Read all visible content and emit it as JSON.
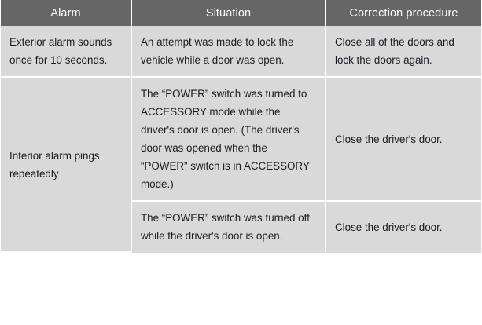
{
  "table": {
    "name": "alarm-situation-correction-table",
    "colors": {
      "header_bg": "#666666",
      "header_text": "#ffffff",
      "cell_bg": "#d9d9d9",
      "cell_text": "#1a1a22",
      "grid_line": "#ffffff",
      "page_bg": "#ffffff"
    },
    "columns": [
      {
        "key": "alarm",
        "label": "Alarm"
      },
      {
        "key": "situation",
        "label": "Situation"
      },
      {
        "key": "correction",
        "label": "Correction procedure"
      }
    ],
    "rows": [
      {
        "alarm": "Exterior alarm sounds once for 10 seconds.",
        "alarm_rowspan": 1,
        "situation": "An attempt was made to lock the vehicle while a door was open.",
        "correction": "Close all of the doors and lock the doors again."
      },
      {
        "alarm": "Interior alarm pings repeatedly",
        "alarm_rowspan": 2,
        "situation": "The “POWER” switch was turned to ACCESSORY mode while the driver's door is open. (The driver's door was opened when the “POWER” switch is in ACCESSORY mode.)",
        "correction": "Close the driver's door."
      },
      {
        "alarm": null,
        "alarm_rowspan": 0,
        "situation": "The “POWER” switch was turned off while the driver's door is open.",
        "correction": "Close the driver's door."
      }
    ]
  }
}
